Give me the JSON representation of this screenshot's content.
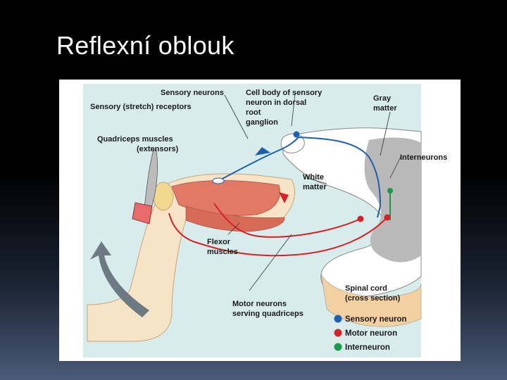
{
  "slide": {
    "title": "Reflexní oblouk"
  },
  "labels": {
    "sensory_neurons": "Sensory neurons",
    "sensory_receptors": "Sensory (stretch) receptors",
    "cell_body_l1": "Cell body of sensory",
    "cell_body_l2": "neuron in dorsal",
    "cell_body_l3": "root",
    "cell_body_l4": "ganglion",
    "gray_l1": "Gray",
    "gray_l2": "matter",
    "quad_l1": "Quadriceps muscles",
    "quad_l2": "(extensors)",
    "interneurons": "Interneurons",
    "white_l1": "White",
    "white_l2": "matter",
    "flexor_l1": "Flexor",
    "flexor_l2": "muscles",
    "spinal_l1": "Spinal cord",
    "spinal_l2": "(cross section)",
    "motor_l1": "Motor neurons",
    "motor_l2": "serving quadriceps"
  },
  "legend": [
    {
      "label": "Sensory neuron",
      "color": "#1f5fb0"
    },
    {
      "label": "Motor neuron",
      "color": "#d6202a"
    },
    {
      "label": "Interneuron",
      "color": "#1a9a4a"
    }
  ],
  "colors": {
    "panel": "#d8ecec",
    "sensory": "#1f5fb0",
    "motor": "#d6202a",
    "inter": "#1a9a4a",
    "skin": "#f7e3c6",
    "muscle": "#e07a66",
    "gray_matter": "#b9b9b9",
    "arrow_gray": "#6d7a84"
  }
}
